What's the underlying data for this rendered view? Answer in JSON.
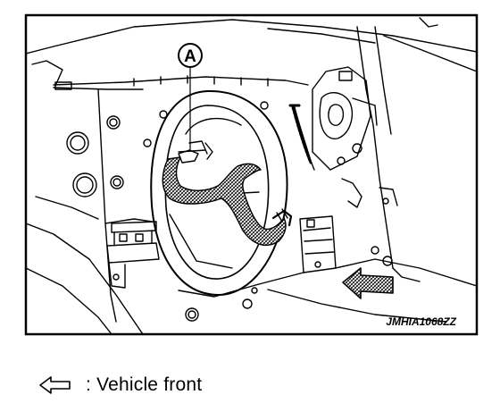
{
  "diagram": {
    "callout_label": "A",
    "image_code": "JMHIA1068ZZ"
  },
  "legend": {
    "arrow_icon": "hollow-arrow-left-icon",
    "text": ": Vehicle front"
  },
  "colors": {
    "line": "#000000",
    "background": "#ffffff",
    "hatch": "#000000"
  }
}
